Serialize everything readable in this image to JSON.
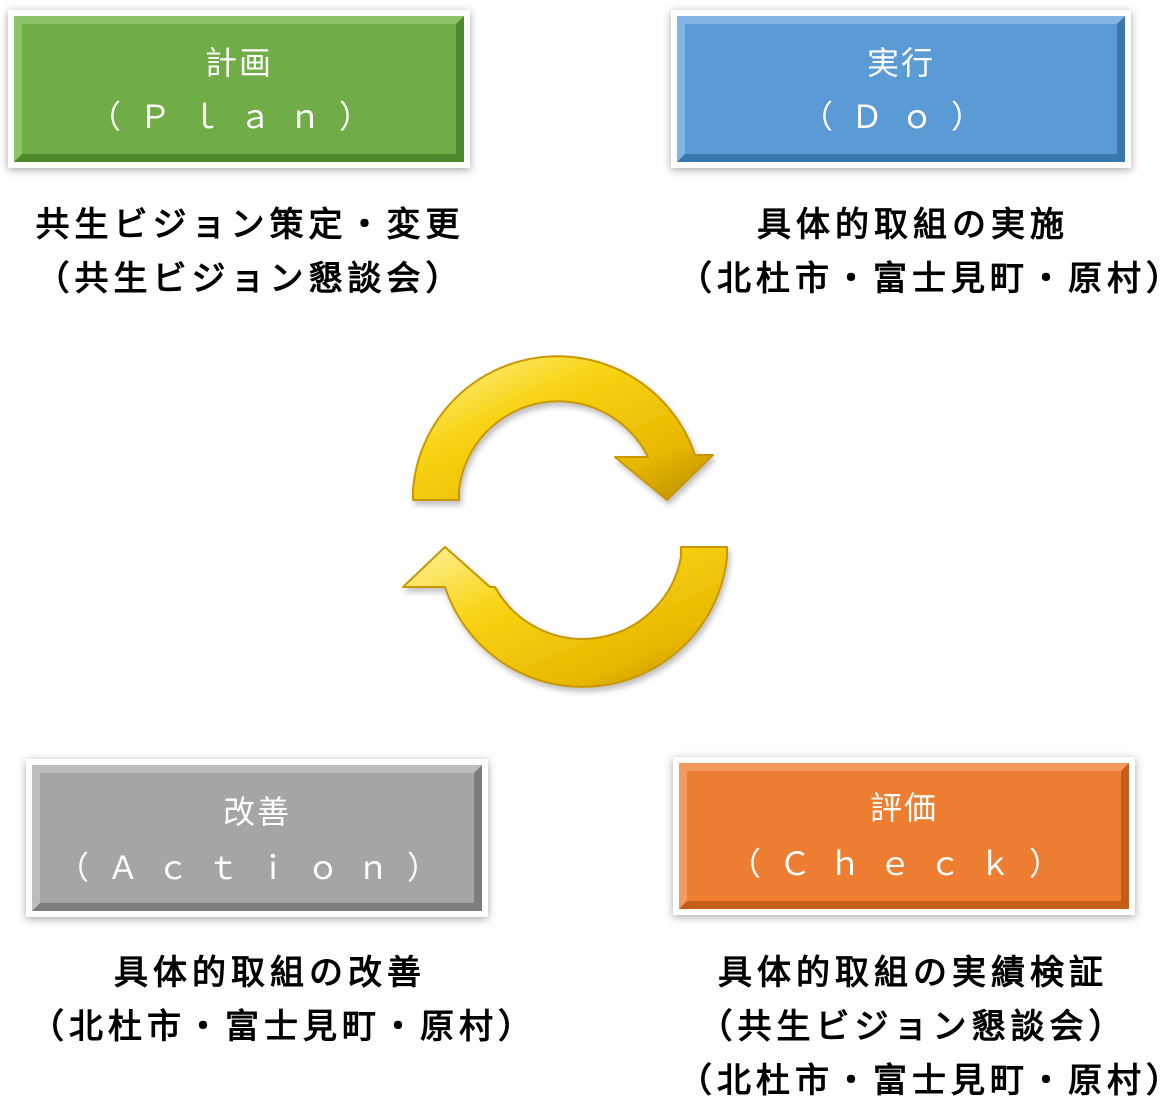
{
  "colors": {
    "plan": "#70ad47",
    "do": "#5b9bd5",
    "action": "#a5a5a5",
    "check": "#ed7d31",
    "arrow": "#f5c800"
  },
  "phases": {
    "plan": {
      "title": "計画",
      "subtitle": "（Ｐｌａｎ）"
    },
    "do": {
      "title": "実行",
      "subtitle": "（Ｄｏ）"
    },
    "action": {
      "title": "改善",
      "subtitle": "（Ａｃｔｉｏｎ）"
    },
    "check": {
      "title": "評価",
      "subtitle": "（Ｃｈｅｃｋ）"
    }
  },
  "descriptions": {
    "plan": [
      "共生ビジョン策定・変更",
      "（共生ビジョン懇談会）"
    ],
    "do": [
      "具体的取組の実施",
      "（北杜市・富士見町・原村）"
    ],
    "action": [
      "具体的取組の改善",
      "（北杜市・富士見町・原村）"
    ],
    "check": [
      "具体的取組の実績検証",
      "（共生ビジョン懇談会）",
      "（北杜市・富士見町・原村）"
    ]
  },
  "icons": {
    "cycle": "clockwise-cycle-arrows-icon"
  }
}
